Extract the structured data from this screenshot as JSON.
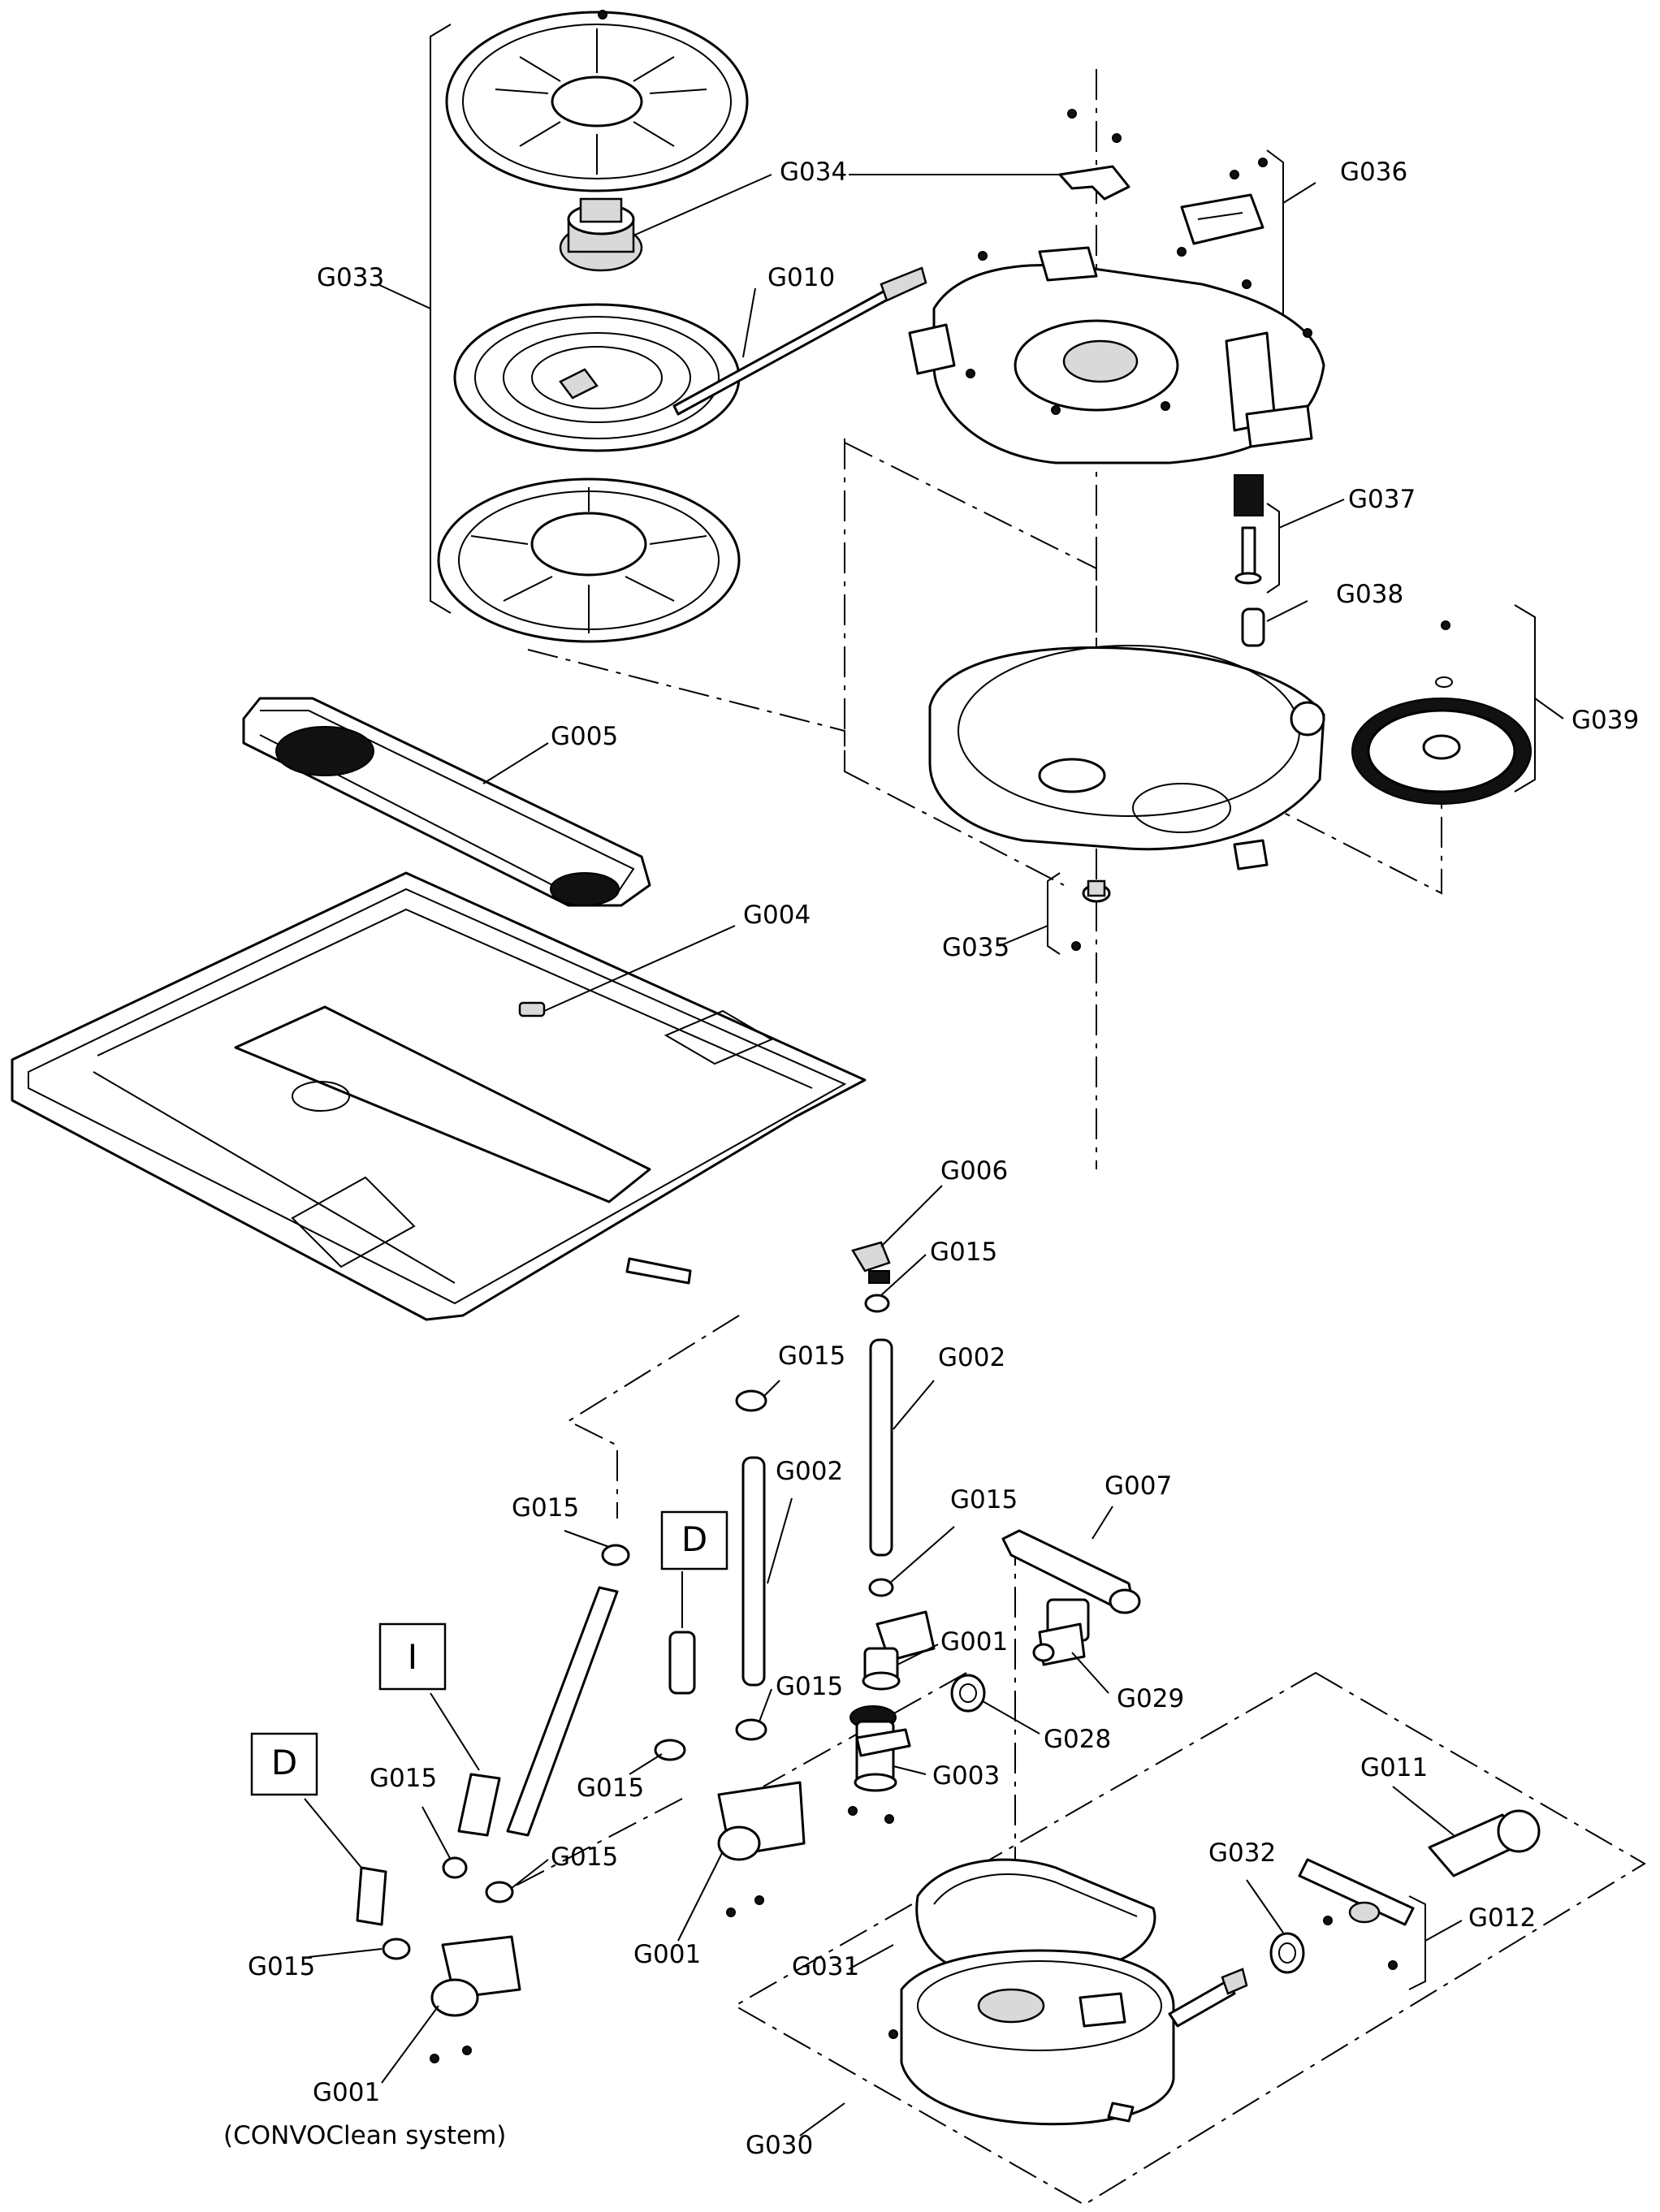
{
  "diagram": {
    "labels": {
      "g033": "G033",
      "g034": "G034",
      "g010": "G010",
      "g036": "G036",
      "g037": "G037",
      "g038": "G038",
      "g039": "G039",
      "g005": "G005",
      "g035": "G035",
      "g004": "G004",
      "g006": "G006",
      "g015_a": "G015",
      "g002_a": "G002",
      "g015_b": "G015",
      "g002_b": "G002",
      "g015_c": "G015",
      "g007": "G007",
      "g015_d": "G015",
      "g001_a": "G001",
      "g029": "G029",
      "g015_e": "G015",
      "g028": "G028",
      "g015_f": "G015",
      "g003": "G003",
      "g015_g": "G015",
      "g015_h": "G015",
      "g011": "G011",
      "g032": "G032",
      "g012": "G012",
      "g015_i": "G015",
      "g001_b": "G001",
      "g031": "G031",
      "g030": "G030",
      "g001_c": "G001",
      "convoclean": "(CONVOClean system)"
    },
    "option_boxes": {
      "d_upper": "D",
      "i_box": "I",
      "d_lower": "D"
    }
  }
}
